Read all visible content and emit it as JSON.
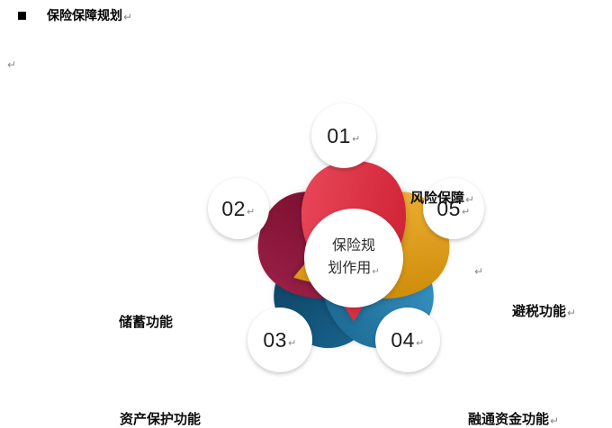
{
  "document": {
    "heading": "保险保障规划",
    "bullet_glyph": "■",
    "return_mark": "↵"
  },
  "diagram": {
    "center": {
      "line1": "保险规",
      "line2": "划作用"
    },
    "petals": [
      {
        "number": "01",
        "label": "风险保障",
        "color": "#E13A4C",
        "color_dark": "#C92438"
      },
      {
        "number": "02",
        "label": "储蓄功能",
        "color": "#8E1A40",
        "color_dark": "#77102F"
      },
      {
        "number": "03",
        "label": "资产保护功能",
        "color": "#145A85",
        "color_dark": "#0E4669"
      },
      {
        "number": "04",
        "label": "融通资金功能",
        "color": "#2E86B5",
        "color_dark": "#216F99"
      },
      {
        "number": "05",
        "label": "避税功能",
        "color": "#E8A723",
        "color_dark": "#CE8F10"
      }
    ]
  }
}
